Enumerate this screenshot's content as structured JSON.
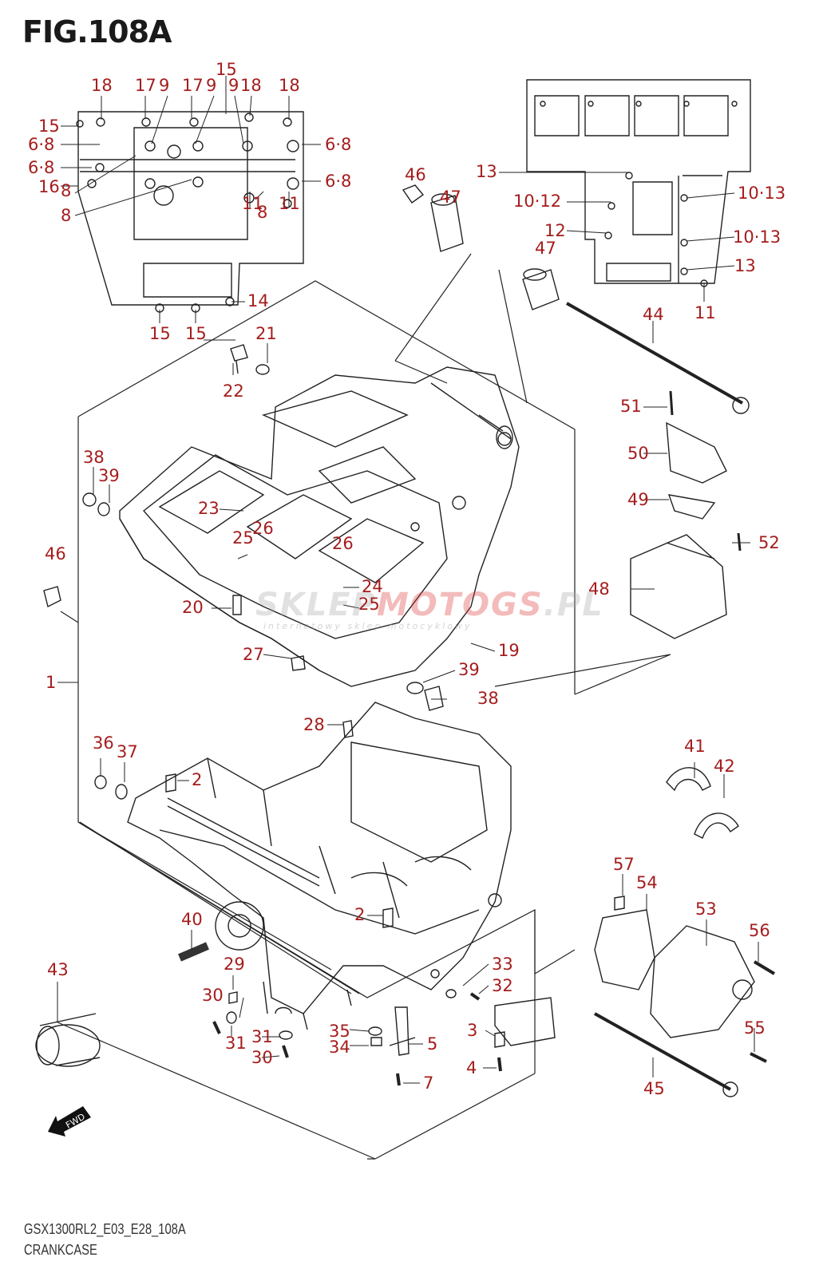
{
  "figure": {
    "title": "FIG.108A",
    "model_code": "GSX1300RL2_E03_E28_108A",
    "section_name": "CRANKCASE",
    "fwd_label": "FWD",
    "watermark": {
      "part1": "SKLEP",
      "part2": "MOTO",
      "part3": "GS",
      "suffix": ".PL",
      "tagline": "internetowy sklep motocyklowy"
    },
    "label_color": "#a51d1d"
  },
  "callouts": {
    "top_left_view": [
      "18",
      "17",
      "9",
      "17",
      "9",
      "15",
      "9",
      "18",
      "18",
      "15",
      "6·8",
      "6·8",
      "16",
      "6·8",
      "6·8",
      "8",
      "8",
      "11",
      "8",
      "11",
      "14",
      "15",
      "15"
    ],
    "top_right_view": [
      "13",
      "10·12",
      "12",
      "10·13",
      "10·13",
      "13",
      "11"
    ],
    "main": [
      "46",
      "47",
      "47",
      "44",
      "21",
      "22",
      "51",
      "50",
      "49",
      "52",
      "48",
      "38",
      "39",
      "23",
      "26",
      "25",
      "26",
      "24",
      "25",
      "46",
      "20",
      "19",
      "27",
      "39",
      "38",
      "1",
      "28",
      "36",
      "37",
      "2",
      "41",
      "42",
      "57",
      "54",
      "53",
      "56",
      "40",
      "2",
      "43",
      "29",
      "33",
      "30",
      "32",
      "3",
      "31",
      "31",
      "35",
      "34",
      "5",
      "30",
      "55",
      "4",
      "7",
      "45"
    ]
  }
}
